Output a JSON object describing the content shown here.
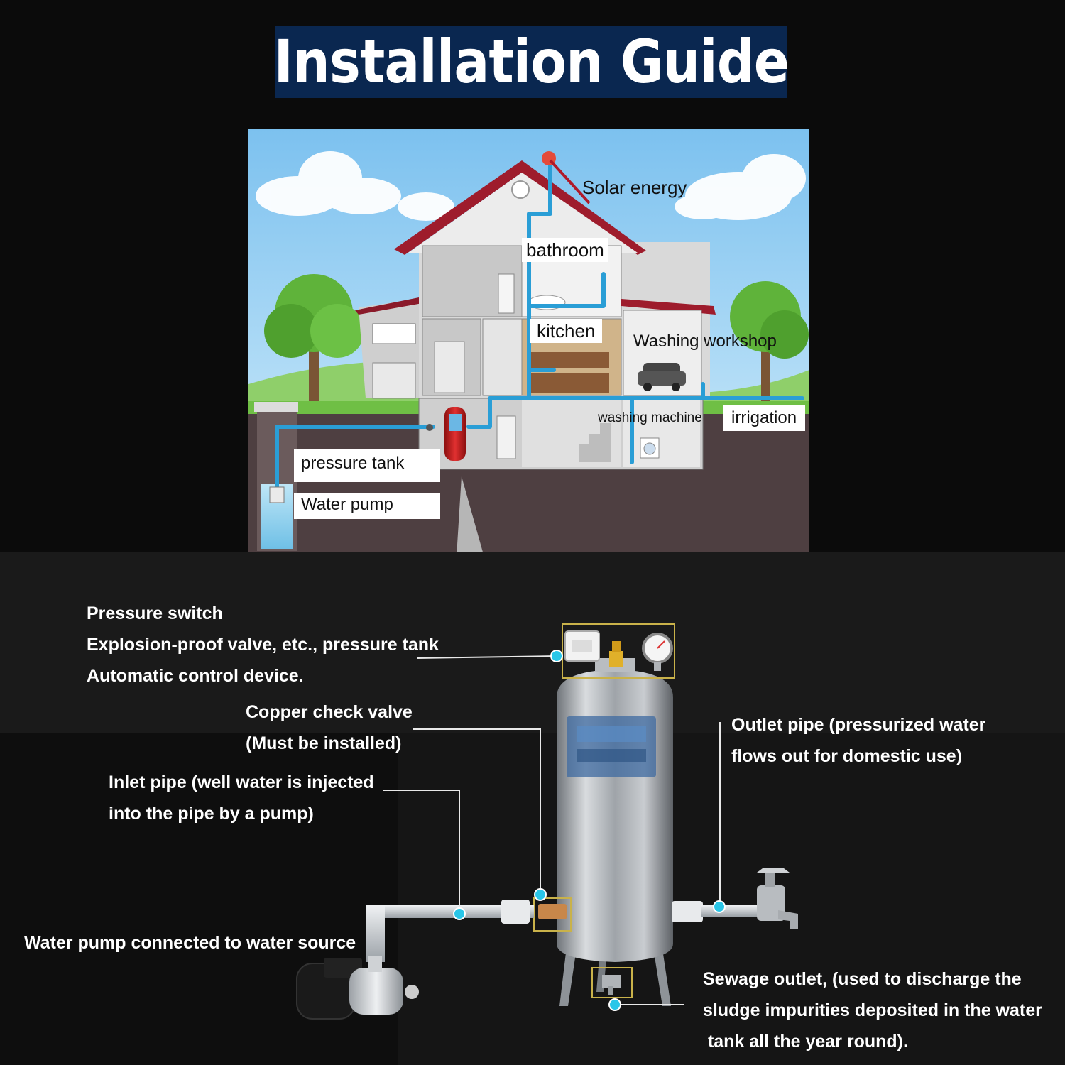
{
  "title": "Installation Guide",
  "house": {
    "labels": {
      "solar": "Solar energy",
      "bathroom": "bathroom",
      "kitchen": "kitchen",
      "washing_workshop": "Washing workshop",
      "washing_machine": "washing machine",
      "irrigation": "irrigation",
      "pressure_tank": "pressure tank",
      "water_pump": "Water pump"
    }
  },
  "callouts": {
    "pressure_switch": {
      "line1": "Pressure switch",
      "line2": "Explosion-proof valve, etc., pressure tank",
      "line3": "Automatic control device."
    },
    "check_valve": {
      "line1": "Copper check valve",
      "line2": "(Must be installed)"
    },
    "inlet_pipe": {
      "line1": "Inlet pipe (well water is injected",
      "line2": "into the pipe by a pump)"
    },
    "outlet_pipe": {
      "line1": "Outlet pipe (pressurized water",
      "line2": "flows out for domestic use)"
    },
    "pump": {
      "line1": "Water pump connected to water source"
    },
    "sewage": {
      "line1": "Sewage outlet, (used to discharge the",
      "line2": "sludge impurities deposited in the water",
      "line3": " tank all the year round)."
    }
  },
  "icons": [
    "house-cutaway-icon",
    "pressure-tank-icon",
    "water-pump-icon",
    "faucet-icon",
    "pressure-gauge-icon",
    "pressure-switch-icon"
  ],
  "colors": {
    "title_bg": "#0a2750",
    "sky": "#8fcaf0",
    "ground": "#4e3f41",
    "pipe": "#2a9ed6",
    "marker": "#29c6e8",
    "background": "#0b0b0b"
  }
}
